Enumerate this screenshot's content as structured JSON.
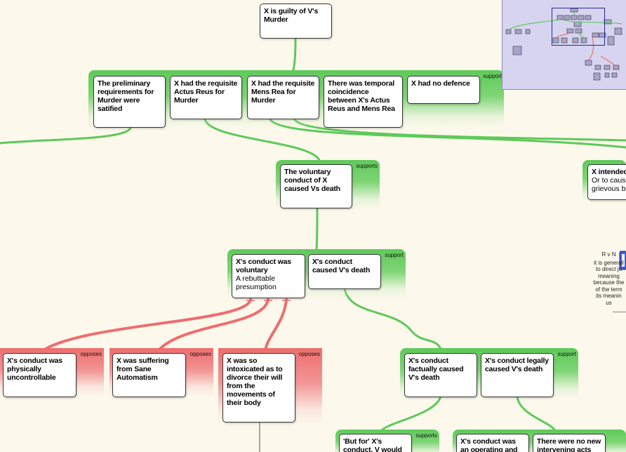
{
  "nodes": {
    "root": {
      "title": "X is guilty of V's Murder"
    },
    "prelim": {
      "title": "The preliminary requirements for Murder were satified"
    },
    "actus": {
      "title": "X had the requisite Actus Reus for Murder"
    },
    "mens": {
      "title": "X had the requisite Mens Rea for Murder"
    },
    "temporal": {
      "title": "There was temporal coincidence between X's Actus Reus and Mens Rea"
    },
    "nodefence": {
      "title": "X had no defence"
    },
    "voluntary_conduct": {
      "title": "The voluntary conduct of X caused Vs death"
    },
    "intended": {
      "title": "X intended",
      "sub": "Or to cause grievous b"
    },
    "conduct_voluntary": {
      "title": "X's conduct was voluntary",
      "sub": "A rebuttable presumption"
    },
    "conduct_caused": {
      "title": "X's conduct caused V's death"
    },
    "uncontrollable": {
      "title": "X's conduct was physically uncontrollable"
    },
    "automatism": {
      "title": "X was suffering from Sane Automatism"
    },
    "intoxicated": {
      "title": "X was so intoxicated as to divorce their will from the movements of their body"
    },
    "factually": {
      "title": "X's conduct factually caused V's death"
    },
    "legally": {
      "title": "X's conduct legally caused V's death"
    },
    "butfor": {
      "title": "'But for' X's conduct, V would"
    },
    "operating": {
      "title": "X's conduct was an operating and"
    },
    "nonew": {
      "title": "There were no new intervening acts"
    }
  },
  "group_labels": {
    "support": "support",
    "supports": "supports",
    "opposes": "opposes"
  },
  "case_note": {
    "title": "R v N",
    "lines": [
      "it is generall",
      "to direct ju",
      "meaning",
      "because the",
      "of the term",
      "its meanin",
      "us"
    ]
  },
  "colors": {
    "background": "#fcf8ec",
    "support_link": "#5ec95a",
    "oppose_link": "#ef6d6d",
    "minimap": "#d7d4f0"
  }
}
